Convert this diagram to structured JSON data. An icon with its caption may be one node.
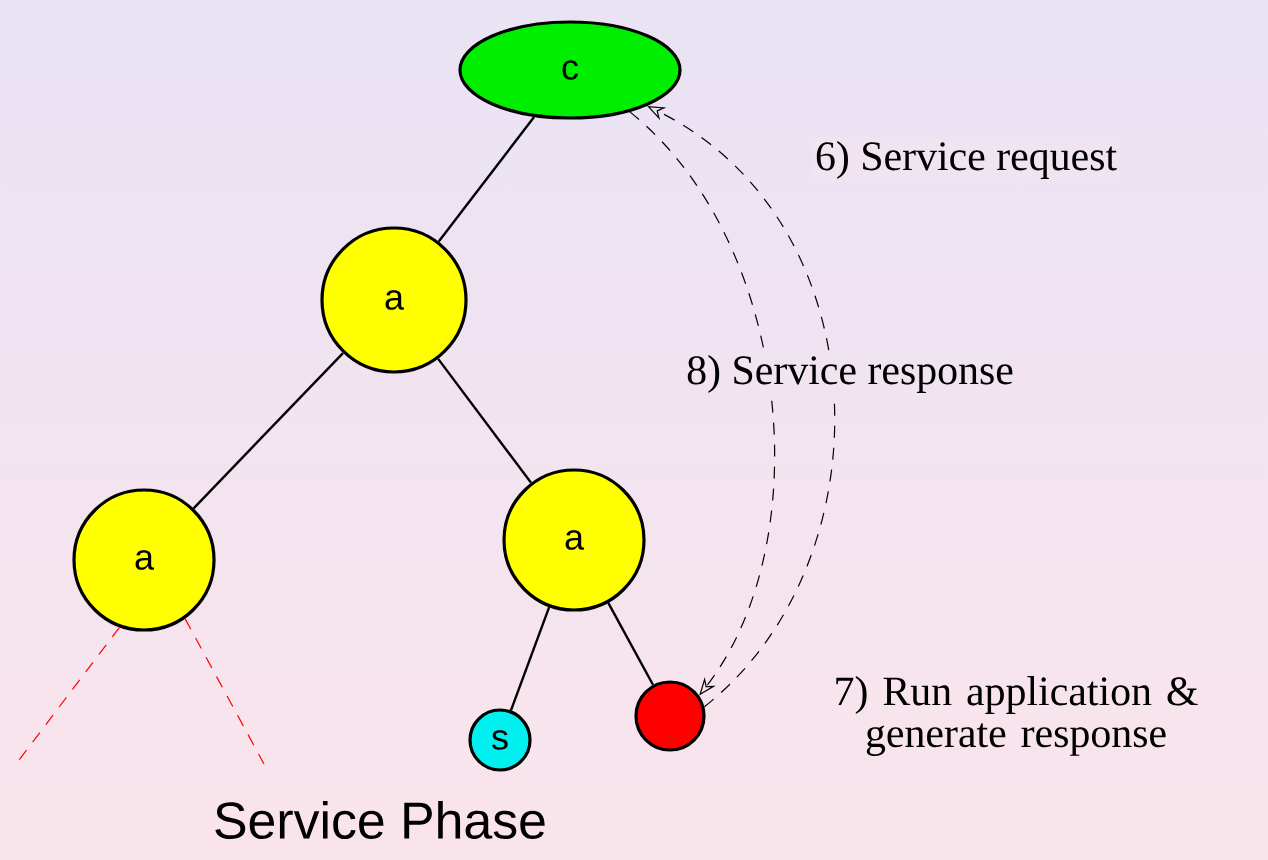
{
  "diagram": {
    "title": "Service Phase",
    "nodes": [
      {
        "text": [
          "c"
        ]
      },
      {
        "text": [
          "a"
        ]
      },
      {
        "text": [
          "a"
        ]
      },
      {
        "text": [
          "a"
        ]
      },
      {
        "text": [
          "s"
        ]
      },
      {
        "text": [],
        "shape": "circle",
        "beside": [
          "7) Run application & generate response"
        ]
      }
    ],
    "edges": [
      {
        "from": 0,
        "to": 1,
        "arrow": "none"
      },
      {
        "from": 1,
        "to": 2,
        "arrow": "none"
      },
      {
        "from": 1,
        "to": 3,
        "arrow": "none"
      },
      {
        "from": 3,
        "to": 4,
        "arrow": "none"
      },
      {
        "from": 3,
        "to": 5,
        "arrow": "none"
      },
      {
        "from": 2,
        "to": null,
        "arrow": "none",
        "style": "dashed",
        "color": "#ff0000"
      },
      {
        "from": 2,
        "to": null,
        "arrow": "none",
        "style": "dashed",
        "color": "#ff0000"
      },
      {
        "from": 0,
        "to": 5,
        "arrow": "to",
        "style": "dashed",
        "label": "6) Service request"
      },
      {
        "from": 5,
        "to": 0,
        "arrow": "to",
        "style": "dashed",
        "label": "8) Service response"
      }
    ]
  }
}
